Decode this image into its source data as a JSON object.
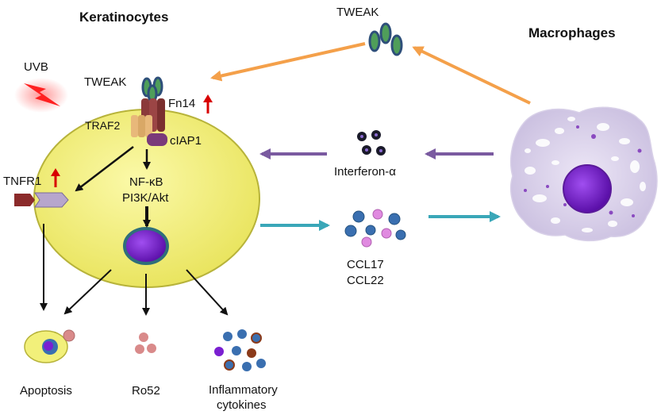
{
  "headers": {
    "keratinocytes": "Keratinocytes",
    "macrophages": "Macrophages"
  },
  "labels": {
    "uvb": "UVB",
    "tweak_top": "TWEAK",
    "tweak_receptor": "TWEAK",
    "fn14": "Fn14",
    "traf2": "TRAF2",
    "ciap1": "cIAP1",
    "nfkb": "NF-κB",
    "pi3k": "PI3K/Akt",
    "tnfr1": "TNFR1",
    "interferon": "Interferon-α",
    "ccl17": "CCL17",
    "ccl22": "CCL22",
    "apoptosis": "Apoptosis",
    "ro52": "Ro52",
    "inflam_line1": "Inflammatory",
    "inflam_line2": "cytokines"
  },
  "colors": {
    "cell_fill": "#f2f07a",
    "cell_edge": "#b7b33a",
    "nucleus": "#7a1fd1",
    "tweak_edge": "#2e4f7a",
    "tweak_fill": "#4f9e5a",
    "fn14": "#8b3a3a",
    "traf2": "#e8b87a",
    "ciap1": "#7a3a7a",
    "arrow_orange": "#f4a04a",
    "arrow_purple": "#7a5aa0",
    "arrow_teal": "#3aa7b8",
    "upregulated": "#d80000",
    "uvb": "#ff2020",
    "macrophage": "#e4ddf0"
  }
}
